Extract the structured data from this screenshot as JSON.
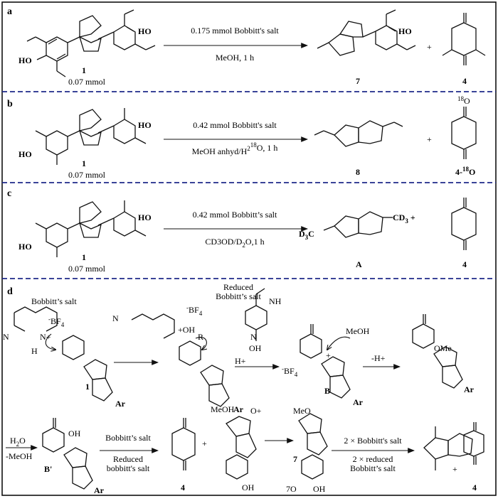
{
  "panels": {
    "a": {
      "letter": "a",
      "oh_label": "HO",
      "reactant_number": "1",
      "amount": "0.07 mmol",
      "reagent": "0.175 mmol Bobbitt's salt",
      "conditions": "MeOH, 1 h",
      "product_main_number": "7",
      "plus": "+",
      "product_side_number": "4"
    },
    "b": {
      "letter": "b",
      "oh_label": "HO",
      "reactant_number": "1",
      "amount": "0.07 mmol",
      "reagent": "0.42 mmol Bobbitt's salt",
      "conditions_pre": "MeOH anhyd/H",
      "conditions_sub": "2",
      "conditions_mid": "",
      "conditions_sup": "18",
      "conditions_post": "O, 1 h",
      "product_main_number": "8",
      "plus": "+",
      "isotope_mass": "18",
      "isotope_atom": "O",
      "product_side_number": "4-",
      "product_side_sup": "18",
      "product_side_post": "O"
    },
    "c": {
      "letter": "c",
      "oh_label": "HO",
      "reactant_number": "1",
      "amount": "0.07 mmol",
      "reagent": "0.42 mmol Bobbitt’s salt",
      "conditions_pre": "CD3OD/D",
      "conditions_sub": "2",
      "conditions_post": "O,1 h",
      "cd3_left_pre": "D",
      "cd3_sub": "3",
      "cd3_left_post": "C",
      "cd3_right_pre": "CD",
      "plus": " +",
      "product_main_number": "A",
      "product_side_number": "4"
    },
    "d": {
      "letter": "d",
      "bobbitt_salt": "Bobbitt’s salt",
      "bobbitt_salt_lc": "bobbitt's salt",
      "reduced_line1": "Reduced",
      "minus": "-",
      "bf4_main": "BF",
      "bf4_sub": "4",
      "n_plus": "N+",
      "n_label": "N",
      "nh_label": "NH",
      "ho_label": "H",
      "oh_label": "OH",
      "oh_plus": "+OH",
      "r_label": "R",
      "h_plus": "H+",
      "plus_sign": "+",
      "meoh": "MeOH",
      "minus_h": "-H+",
      "ome": "OMe",
      "meo": "MeO",
      "seven_o": "7O",
      "o_plus": "O+",
      "compound_1": "1",
      "compound_4": "4",
      "compound_7": "7",
      "cation_b": "B",
      "b_prime": "B'",
      "ar": "Ar",
      "h2o_pre": "H",
      "h2o_sub": "2",
      "h2o_post": "O",
      "minus_meoh": "-MeOH",
      "two_bobbitt": "2 × Bobbitt's salt",
      "two_reduced": "2 × reduced"
    }
  }
}
